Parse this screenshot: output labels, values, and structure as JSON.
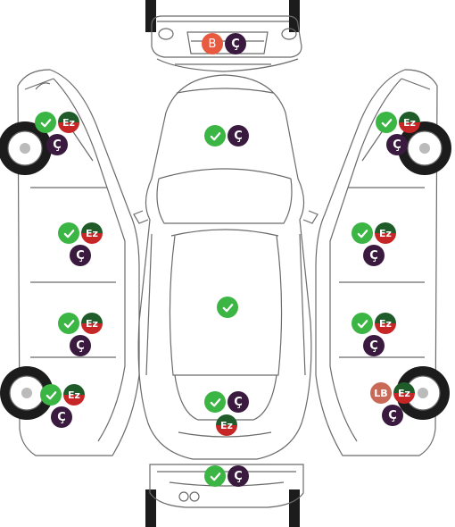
{
  "colors": {
    "check": "#3bb543",
    "c_badge": "#3a1a3f",
    "ez_top": "#1f5c2a",
    "ez_bottom": "#c62626",
    "b_badge": "#e85a3f",
    "lb_badge": "#c96a58",
    "outline": "#6b6b6b",
    "tire": "#1c1c1c"
  },
  "labels": {
    "b": "B",
    "c": "Ç",
    "ez": "Ez",
    "lb": "LB"
  },
  "icons": {
    "check": "check-icon"
  },
  "views": [
    "front-bumper",
    "rear-bumper",
    "top",
    "left-side",
    "right-side"
  ]
}
